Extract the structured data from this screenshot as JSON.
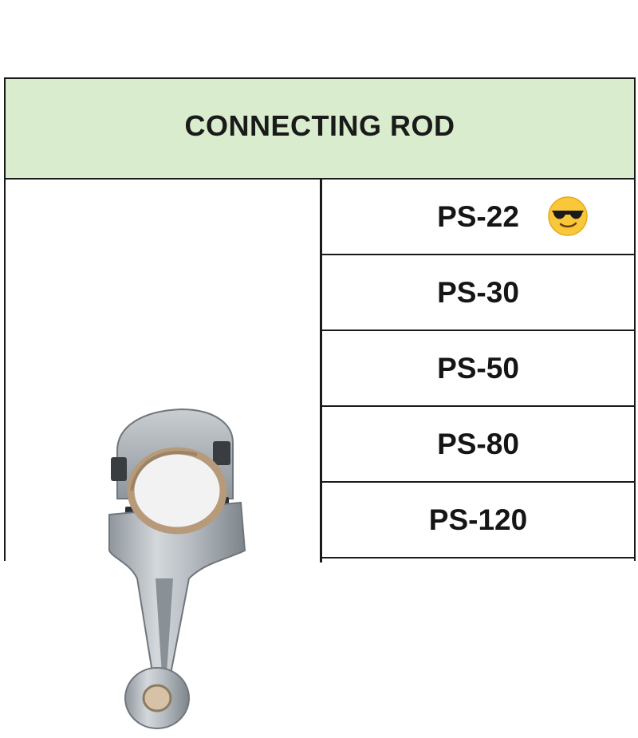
{
  "table": {
    "title": "CONNECTING ROD",
    "header_color": "#d9eccd",
    "models": [
      {
        "label": "PS-22",
        "badge_icon": "sunglasses-face-emoji-icon"
      },
      {
        "label": "PS-30"
      },
      {
        "label": "PS-50"
      },
      {
        "label": "PS-80"
      },
      {
        "label": "PS-120"
      }
    ]
  },
  "product_image": {
    "icon": "connecting-rod-photo"
  }
}
